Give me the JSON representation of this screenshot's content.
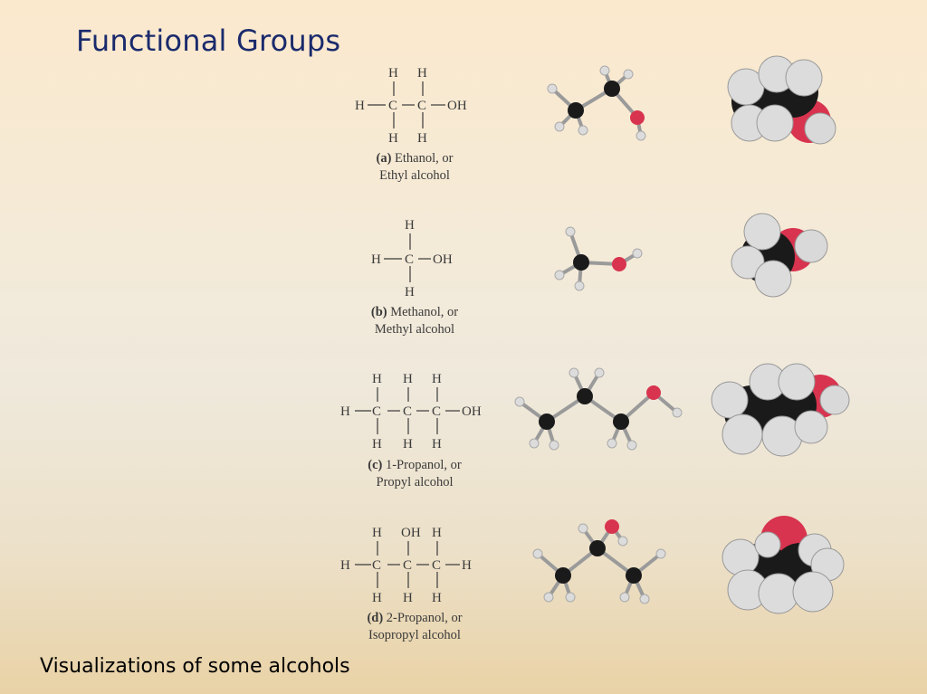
{
  "title": "Functional Groups",
  "caption": "Visualizations of some alcohols",
  "molecules": [
    {
      "letter": "(a)",
      "name_line1": "Ethanol, or",
      "name_line2": "Ethyl alcohol"
    },
    {
      "letter": "(b)",
      "name_line1": "Methanol, or",
      "name_line2": "Methyl alcohol"
    },
    {
      "letter": "(c)",
      "name_line1": "1-Propanol, or",
      "name_line2": "Propyl alcohol"
    },
    {
      "letter": "(d)",
      "name_line1": "2-Propanol, or",
      "name_line2": "Isopropyl alcohol"
    }
  ],
  "atoms": {
    "H": "H",
    "C": "C",
    "OH": "OH"
  },
  "colors": {
    "title": "#1a2a6c",
    "carbon": "#1a1a1a",
    "oxygen": "#d8344f",
    "hydrogen": "#dcdcdc",
    "bond": "#9a9a9a"
  }
}
